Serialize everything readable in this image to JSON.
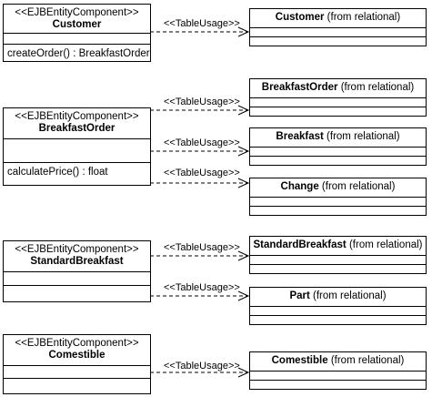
{
  "stereotype_component": "<<EJBEntityComponent>>",
  "usage_label": "<<TableUsage>>",
  "table_suffix": "(from relational)",
  "components": [
    {
      "name": "Customer",
      "operation": "createOrder() : BreakfastOrder"
    },
    {
      "name": "BreakfastOrder",
      "operation": "calculatePrice() : float"
    },
    {
      "name": "StandardBreakfast",
      "operation": ""
    },
    {
      "name": "Comestible",
      "operation": ""
    }
  ],
  "tables": [
    {
      "name": "Customer"
    },
    {
      "name": "BreakfastOrder"
    },
    {
      "name": "Breakfast"
    },
    {
      "name": "Change"
    },
    {
      "name": "StandardBreakfast"
    },
    {
      "name": "Part"
    },
    {
      "name": "Comestible"
    }
  ]
}
